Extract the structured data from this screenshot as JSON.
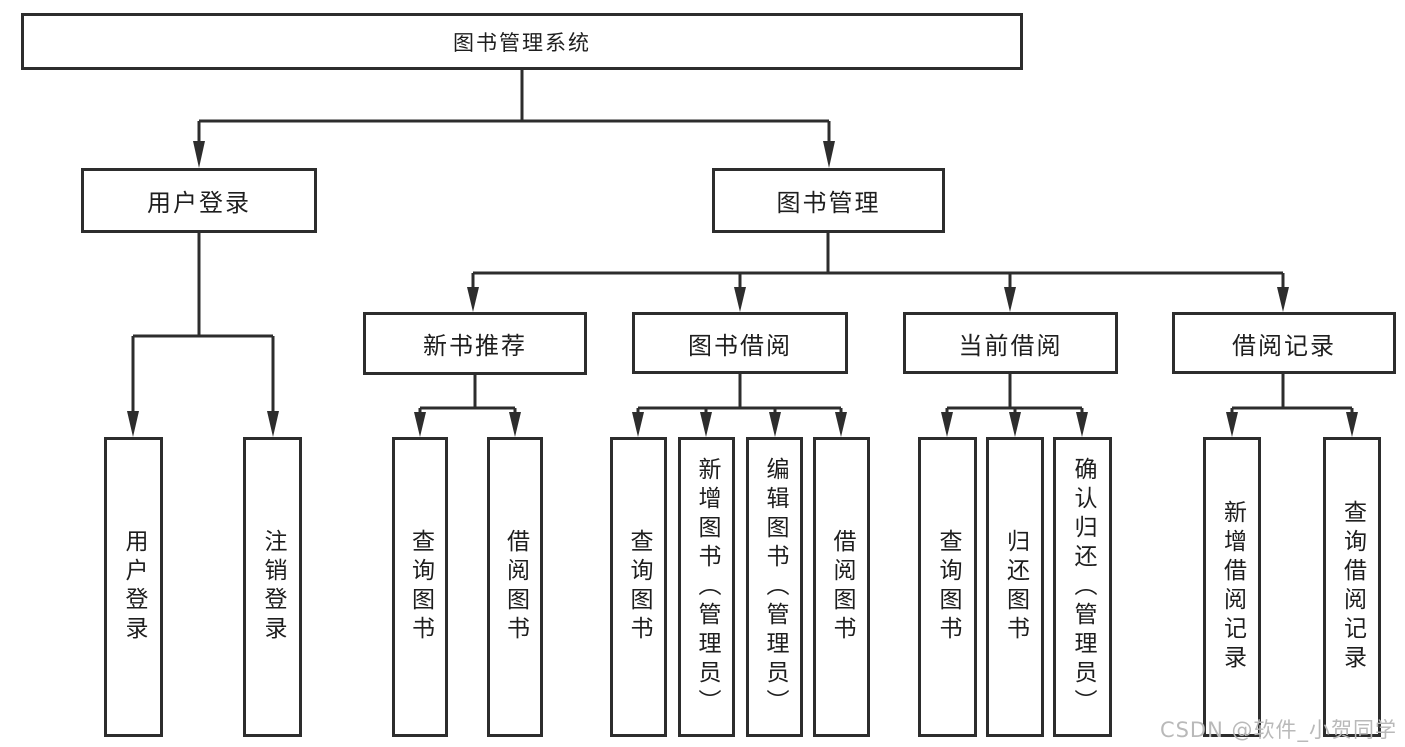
{
  "tree": {
    "label": "图书管理系统",
    "children": [
      {
        "label": "用户登录",
        "children": [
          {
            "label": "用户登录"
          },
          {
            "label": "注销登录"
          }
        ]
      },
      {
        "label": "图书管理",
        "children": [
          {
            "label": "新书推荐",
            "children": [
              {
                "label": "查询图书"
              },
              {
                "label": "借阅图书"
              }
            ]
          },
          {
            "label": "图书借阅",
            "children": [
              {
                "label": "查询图书"
              },
              {
                "label": "新增图书（管理员）"
              },
              {
                "label": "编辑图书（管理员）"
              },
              {
                "label": "借阅图书"
              }
            ]
          },
          {
            "label": "当前借阅",
            "children": [
              {
                "label": "查询图书"
              },
              {
                "label": "归还图书"
              },
              {
                "label": "确认归还（管理员）"
              }
            ]
          },
          {
            "label": "借阅记录",
            "children": [
              {
                "label": "新增借阅记录"
              },
              {
                "label": "查询借阅记录"
              }
            ]
          }
        ]
      }
    ]
  },
  "watermark": "CSDN @软件_小贺同学",
  "colors": {
    "line": "#2d2d2d",
    "text": "#1e1e1e",
    "watermark": "#b9b9b9",
    "background": "#ffffff"
  }
}
